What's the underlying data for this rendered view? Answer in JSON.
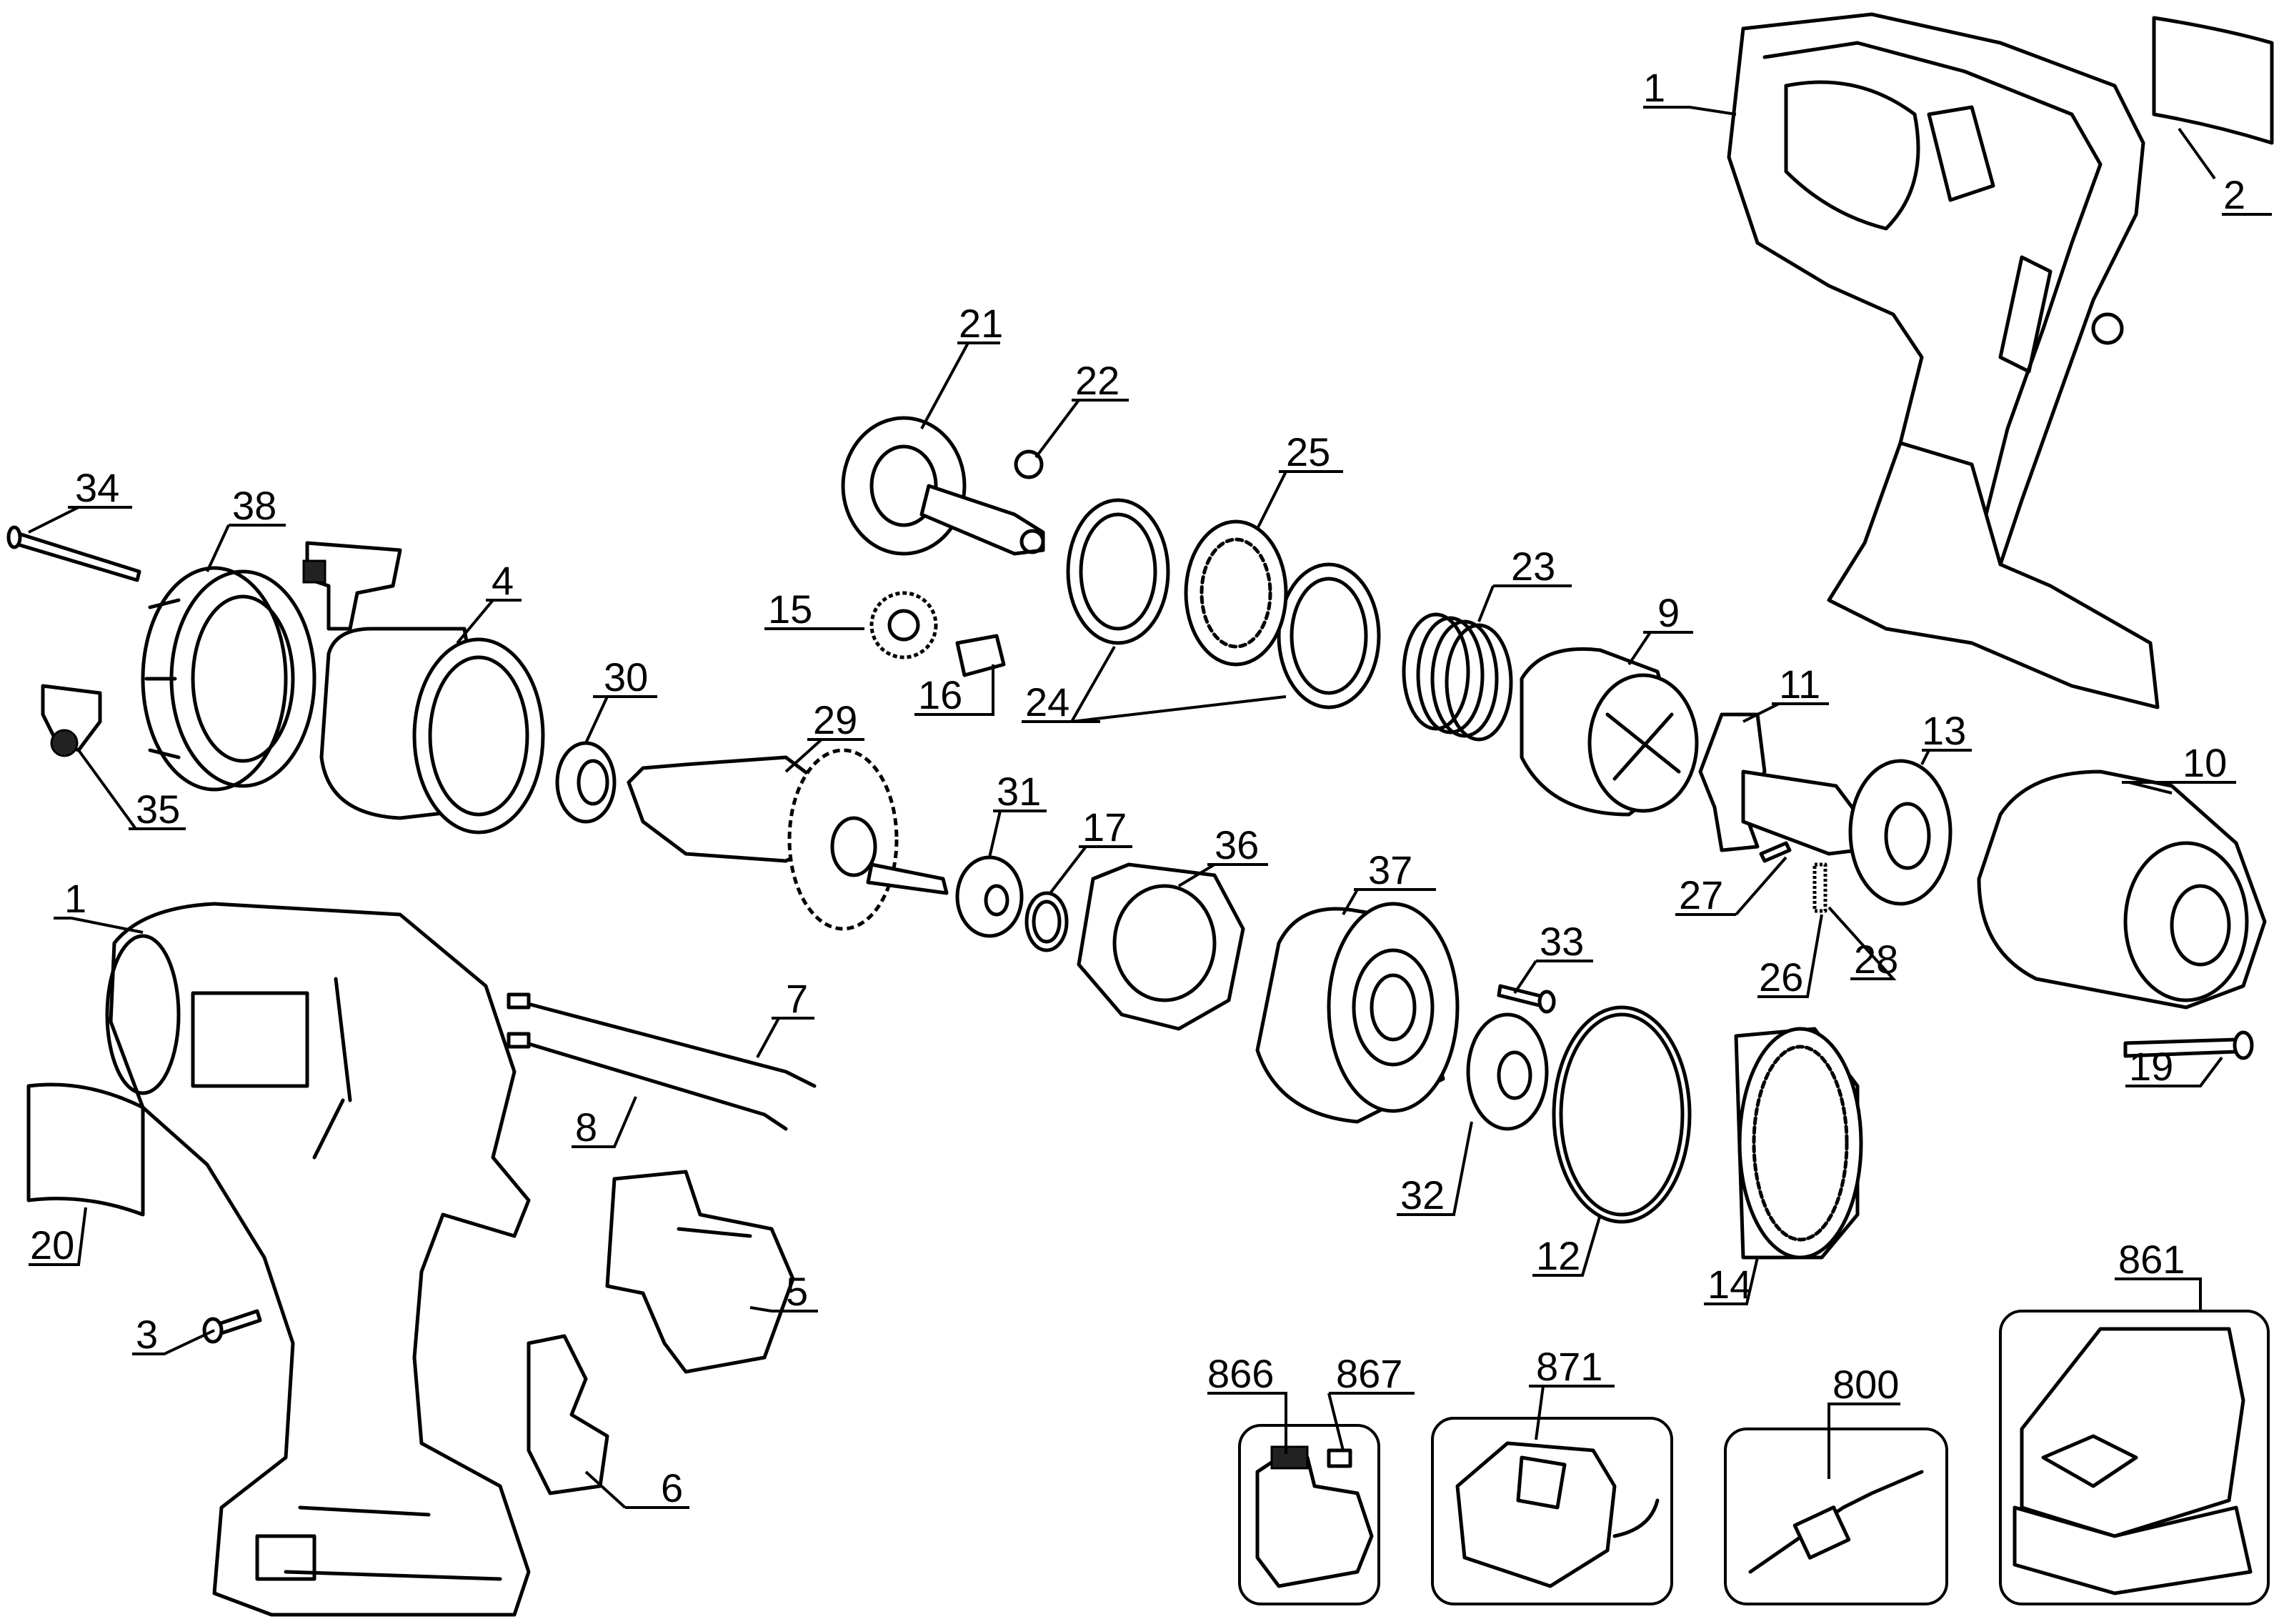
{
  "callouts": {
    "c1a": "1",
    "c2": "2",
    "c21": "21",
    "c22": "22",
    "c25": "25",
    "c34": "34",
    "c38": "38",
    "c4": "4",
    "c15": "15",
    "c16": "16",
    "c24": "24",
    "c23": "23",
    "c9": "9",
    "c30": "30",
    "c29": "29",
    "c35": "35",
    "c11": "11",
    "c13": "13",
    "c10": "10",
    "c31": "31",
    "c17": "17",
    "c36": "36",
    "c37": "37",
    "c27": "27",
    "c1b": "1",
    "c7": "7",
    "c33": "33",
    "c26": "26",
    "c28": "28",
    "c8": "8",
    "c19": "19",
    "c20": "20",
    "c32": "32",
    "c12": "12",
    "c5": "5",
    "c14": "14",
    "c3": "3",
    "c6": "6",
    "c861": "861",
    "c866": "866",
    "c867": "867",
    "c871": "871",
    "c800": "800"
  }
}
